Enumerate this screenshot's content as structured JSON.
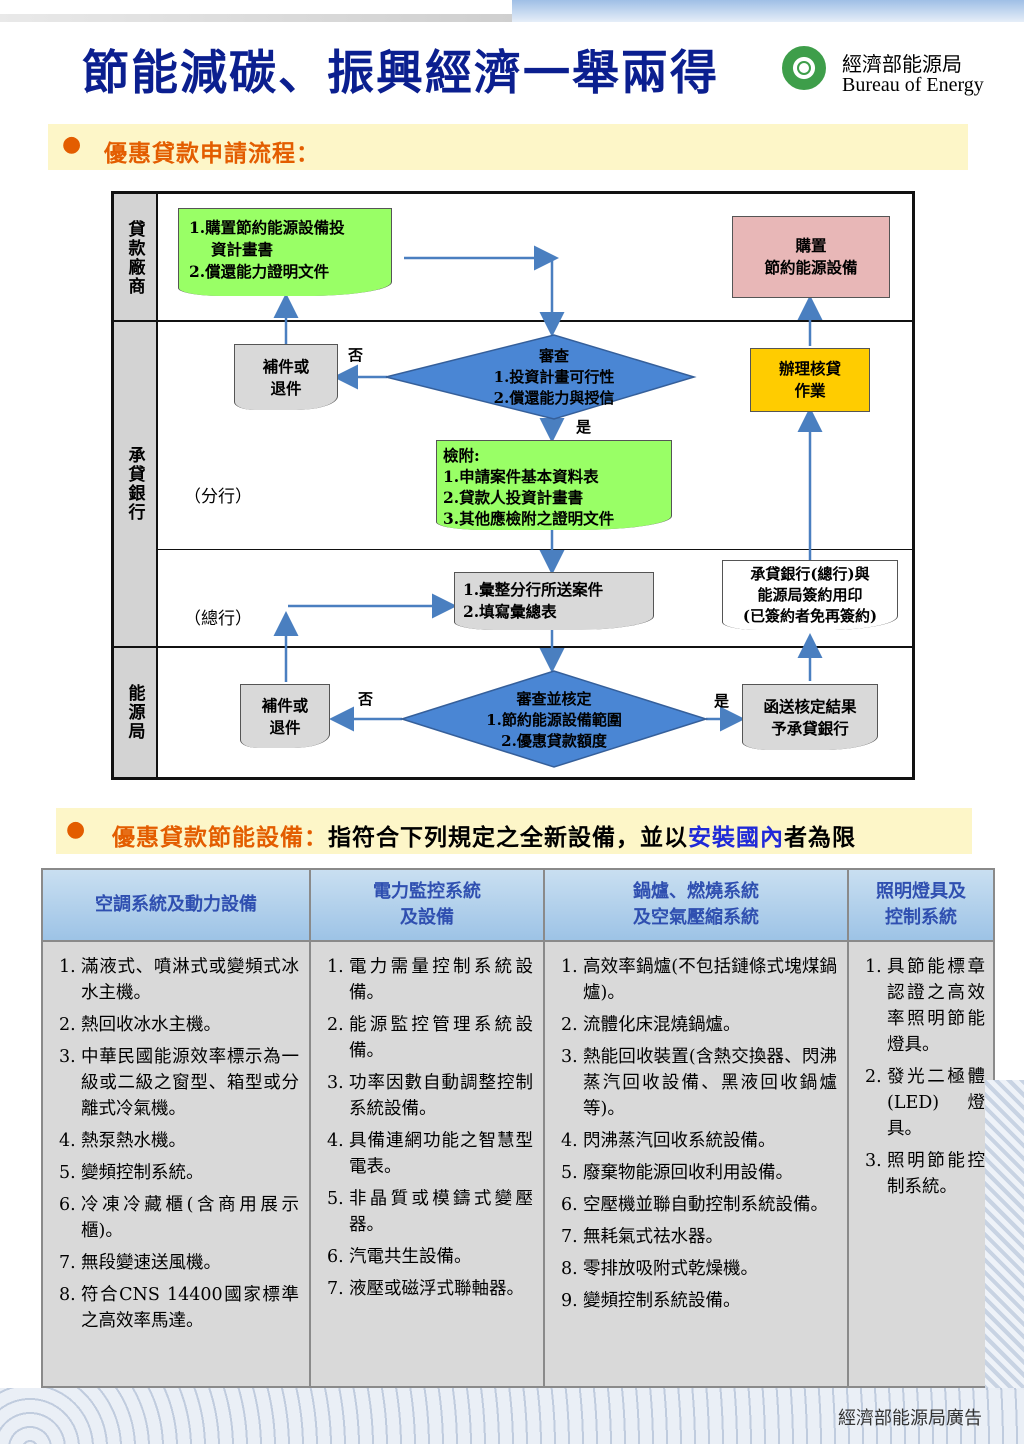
{
  "header": {
    "title": "節能減碳、振興經濟一舉兩得",
    "bureau_cn": "經濟部能源局",
    "bureau_en": "Bureau of Energy"
  },
  "section1": {
    "bullet": "●",
    "title": "優惠貸款申請流程："
  },
  "flowchart": {
    "lanes": {
      "borrower": "貸款廠商",
      "bank": "承貸銀行",
      "bureau": "能源局"
    },
    "branch_label": "（分行）",
    "hq_label": "（總行）",
    "apply_docs": {
      "line1": "1.購置節約能源設備投",
      "line2": "資計畫書",
      "line3": "2.償還能力證明文件"
    },
    "purchase": {
      "line1": "購置",
      "line2": "節約能源設備"
    },
    "supplement_1": {
      "line1": "補件或",
      "line2": "退件"
    },
    "no_1": "否",
    "review": {
      "title": "審查",
      "item1": "1.投資計畫可行性",
      "item2": "2.償還能力與授信"
    },
    "yes_1": "是",
    "loan_process": {
      "line1": "辦理核貸",
      "line2": "作業"
    },
    "attach": {
      "title": "檢附:",
      "item1": "1.申請案件基本資料表",
      "item2": "2.貸款人投資計畫書",
      "item3": "3.其他應檢附之證明文件"
    },
    "compile": {
      "item1": "1.彙整分行所送案件",
      "item2": "2.填寫彙總表"
    },
    "contract": {
      "line1": "承貸銀行(總行)與",
      "line2": "能源局簽約用印",
      "line3": "(已簽約者免再簽約)"
    },
    "supplement_2": {
      "line1": "補件或",
      "line2": "退件"
    },
    "no_2": "否",
    "final_review": {
      "title": "審查並核定",
      "item1": "1.節約能源設備範圍",
      "item2": "2.優惠貸款額度"
    },
    "yes_2": "是",
    "notify": {
      "line1": "函送核定結果",
      "line2": "予承貸銀行"
    }
  },
  "section2": {
    "bullet": "●",
    "title_orange": "優惠貸款節能設備：",
    "title_text_a": "指符合下列規定之全新設備，並以",
    "title_blue": "安裝國內",
    "title_text_b": "者為限"
  },
  "table": {
    "columns": [
      {
        "header": "空調系統及動力設備",
        "items": [
          {
            "n": "1.",
            "t": "滿液式、噴淋式或變頻式冰水主機。"
          },
          {
            "n": "2.",
            "t": "熱回收冰水主機。"
          },
          {
            "n": "3.",
            "t": "中華民國能源效率標示為一級或二級之窗型、箱型或分離式冷氣機。"
          },
          {
            "n": "4.",
            "t": "熱泵熱水機。"
          },
          {
            "n": "5.",
            "t": "變頻控制系統。"
          },
          {
            "n": "6.",
            "t": "冷凍冷藏櫃(含商用展示櫃)。"
          },
          {
            "n": "7.",
            "t": "無段變速送風機。"
          },
          {
            "n": "8.",
            "t": "符合CNS 14400國家標準之高效率馬達。"
          }
        ]
      },
      {
        "header_line1": "電力監控系統",
        "header_line2": "及設備",
        "items": [
          {
            "n": "1.",
            "t": "電力需量控制系統設備。"
          },
          {
            "n": "2.",
            "t": "能源監控管理系統設備。"
          },
          {
            "n": "3.",
            "t": "功率因數自動調整控制系統設備。"
          },
          {
            "n": "4.",
            "t": "具備連網功能之智慧型電表。"
          },
          {
            "n": "5.",
            "t": "非晶質或模鑄式變壓器。"
          },
          {
            "n": "6.",
            "t": "汽電共生設備。"
          },
          {
            "n": "7.",
            "t": "液壓或磁浮式聯軸器。"
          }
        ]
      },
      {
        "header_line1": "鍋爐、燃燒系統",
        "header_line2": "及空氣壓縮系統",
        "items": [
          {
            "n": "1.",
            "t": "高效率鍋爐(不包括鏈條式塊煤鍋爐)。"
          },
          {
            "n": "2.",
            "t": "流體化床混燒鍋爐。"
          },
          {
            "n": "3.",
            "t": "熱能回收裝置(含熱交換器、閃沸蒸汽回收設備、黑液回收鍋爐等)。"
          },
          {
            "n": "4.",
            "t": "閃沸蒸汽回收系統設備。"
          },
          {
            "n": "5.",
            "t": "廢棄物能源回收利用設備。"
          },
          {
            "n": "6.",
            "t": "空壓機並聯自動控制系統設備。"
          },
          {
            "n": "7.",
            "t": "無耗氣式祛水器。"
          },
          {
            "n": "8.",
            "t": "零排放吸附式乾燥機。"
          },
          {
            "n": "9.",
            "t": "變頻控制系統設備。"
          }
        ]
      },
      {
        "header_line1": "照明燈具及",
        "header_line2": "控制系統",
        "items": [
          {
            "n": "1.",
            "t": "具節能標章認證之高效率照明節能燈具。"
          },
          {
            "n": "2.",
            "t": "發光二極體(LED)燈具。"
          },
          {
            "n": "3.",
            "t": "照明節能控制系統。"
          }
        ]
      }
    ]
  },
  "footer": {
    "note": "經濟部能源局廣告"
  }
}
